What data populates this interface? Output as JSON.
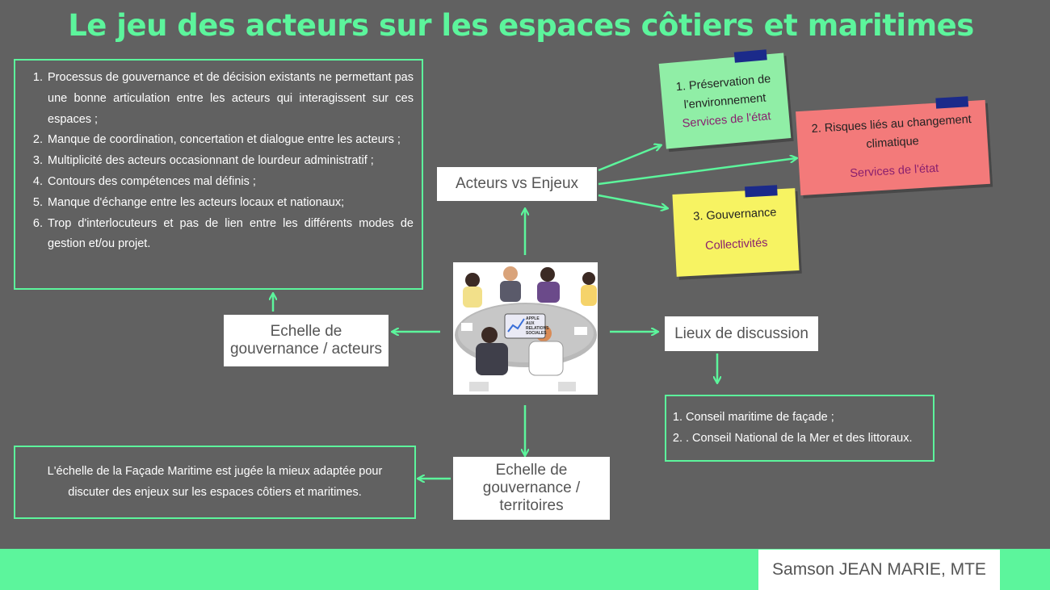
{
  "title": "Le jeu des acteurs sur les espaces côtiers et maritimes",
  "problems": [
    "Processus de gouvernance et de décision existants ne permettant pas une bonne articulation entre les acteurs qui interagissent sur ces espaces ;",
    "Manque de coordination, concertation et dialogue entre les acteurs ;",
    "Multiplicité des acteurs occasionnant de lourdeur administratif ;",
    "Contours des compétences mal définis ;",
    "Manque d'échange entre les acteurs locaux et nationaux;",
    "Trop d'interlocuteurs et pas de lien entre les différents modes de gestion et/ou projet."
  ],
  "nodes": {
    "acteurs_enjeux": "Acteurs vs Enjeux",
    "echelle_acteurs": "Echelle de gouvernance / acteurs",
    "lieux": "Lieux de discussion",
    "echelle_territoires": "Echelle de gouvernance / territoires"
  },
  "notes": [
    {
      "title": "1. Préservation de l'environnement",
      "org": "Services de l'état",
      "color": "#90eea6"
    },
    {
      "title": "2. Risques liés au changement climatique",
      "org": "Services de l'état",
      "color": "#f37a7a"
    },
    {
      "title": "3. Gouvernance",
      "org": "Collectivités",
      "color": "#f7f362"
    }
  ],
  "councils": [
    "Conseil maritime de façade  ;",
    ". Conseil National de la Mer et des  littoraux."
  ],
  "facade_text": "L'échelle de la Façade Maritime est jugée la mieux adaptée pour discuter des enjeux sur les espaces côtiers et maritimes.",
  "photo_sign": "APPLE AUX RELATIONS SOCIALES",
  "author": "Samson JEAN MARIE, MTE",
  "colors": {
    "accent": "#5cf59c",
    "background": "#616161"
  }
}
